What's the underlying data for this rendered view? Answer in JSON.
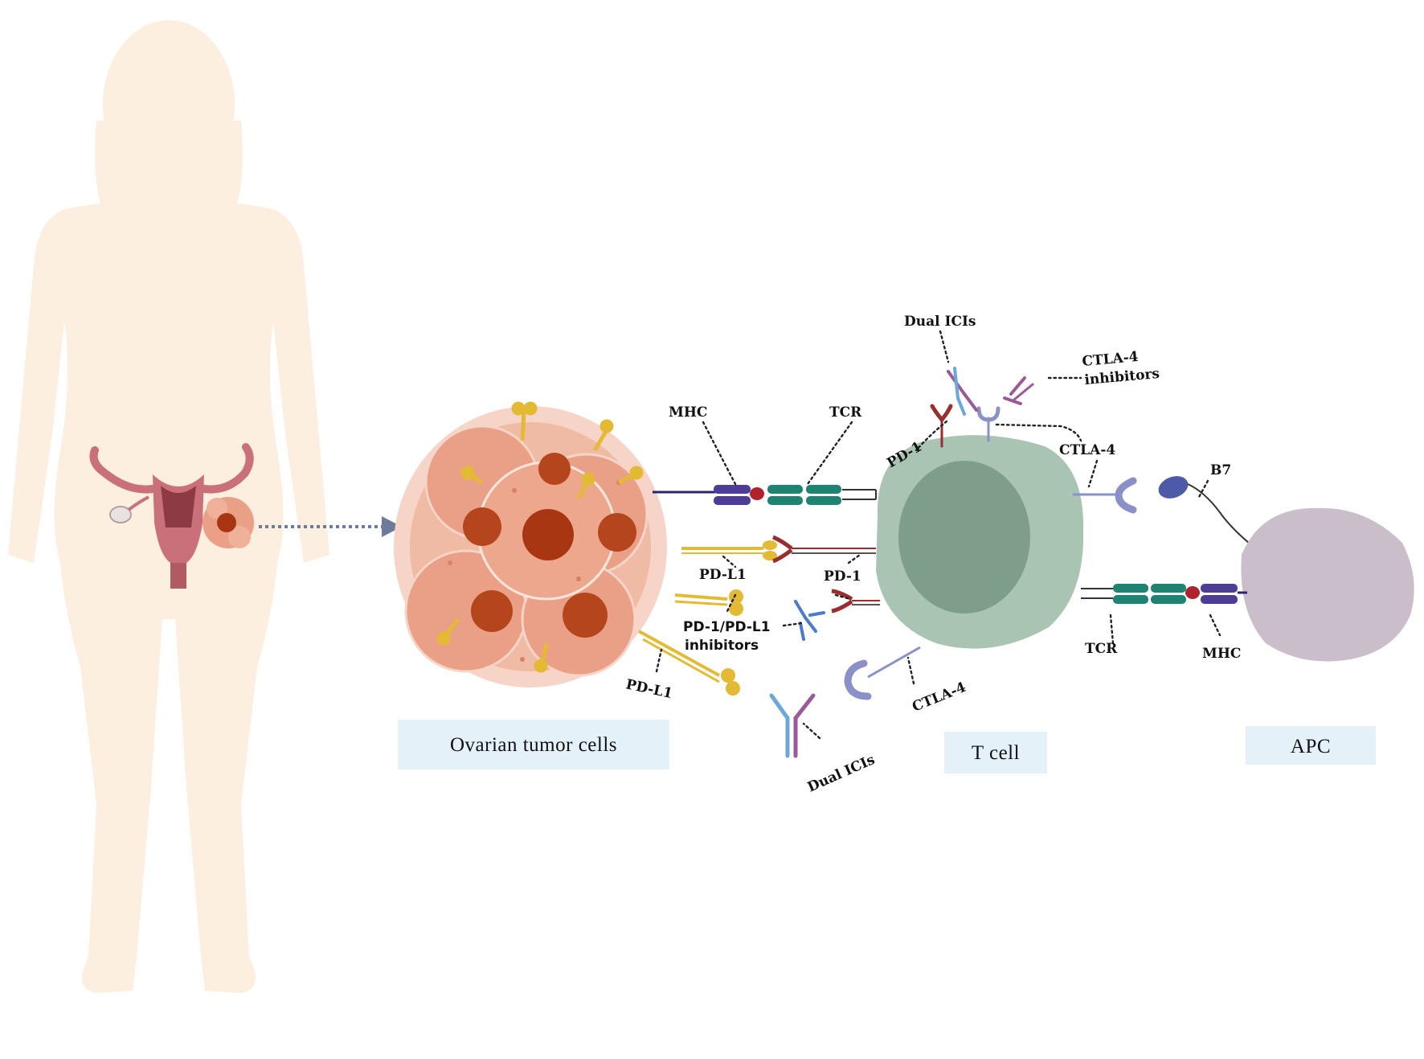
{
  "labels": {
    "mhc_left": "MHC",
    "tcr_top": "TCR",
    "dual_icis_top": "Dual ICIs",
    "ctla4_inhibitors_line1": "CTLA-4",
    "ctla4_inhibitors_line2": "inhibitors",
    "pd1_top": "PD-1",
    "ctla4_upper": "CTLA-4",
    "b7": "B7",
    "pdl1_upper": "PD-L1",
    "pd1_mid": "PD-1",
    "pd1_pdl1_inhibitors_line1": "PD-1/PD-L1",
    "pd1_pdl1_inhibitors_line2": "inhibitors",
    "pdl1_lower": "PD-L1",
    "ctla4_lower": "CTLA-4",
    "dual_icis_bottom": "Dual ICIs",
    "tcr_right": "TCR",
    "mhc_right": "MHC"
  },
  "captions": {
    "tumor": "Ovarian tumor cells",
    "tcell": "T cell",
    "apc": "APC"
  },
  "colors": {
    "silhouette": "#fcefdf",
    "tumor": "#eba487",
    "tumor_nucleus": "#a83310",
    "tcell": "#a9c4b3",
    "tcell_nucleus": "#7f9d8b",
    "apc": "#cbbecb",
    "pdl1": "#e4b934",
    "pd1": "#9a2e2e",
    "mhc": "#4d3d96",
    "tcr": "#1f8372",
    "ctla4": "#8a90c8",
    "antibody_blue": "#6aa8dc",
    "antibody_purple": "#9a5a9a",
    "caption_box": "#e5f1f9",
    "arrow": "#6e7a9c"
  }
}
